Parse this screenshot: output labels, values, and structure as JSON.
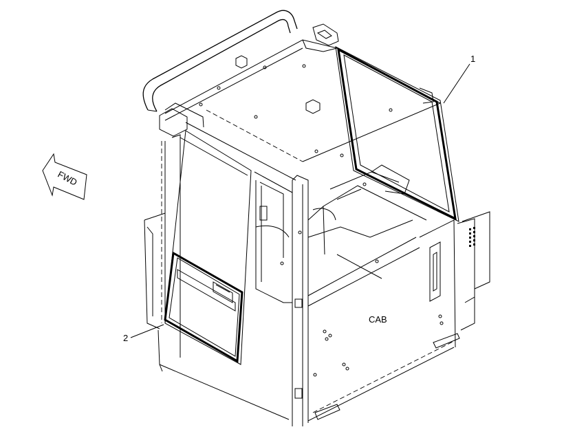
{
  "diagram": {
    "direction_arrow": {
      "text": "FWD",
      "icon": "direction-arrow-icon"
    },
    "component_label": "CAB",
    "callouts": [
      {
        "number": "1",
        "part": "roof-window-seal"
      },
      {
        "number": "2",
        "part": "door-window-seal"
      }
    ],
    "colors": {
      "line": "#000000",
      "background": "#ffffff"
    }
  }
}
